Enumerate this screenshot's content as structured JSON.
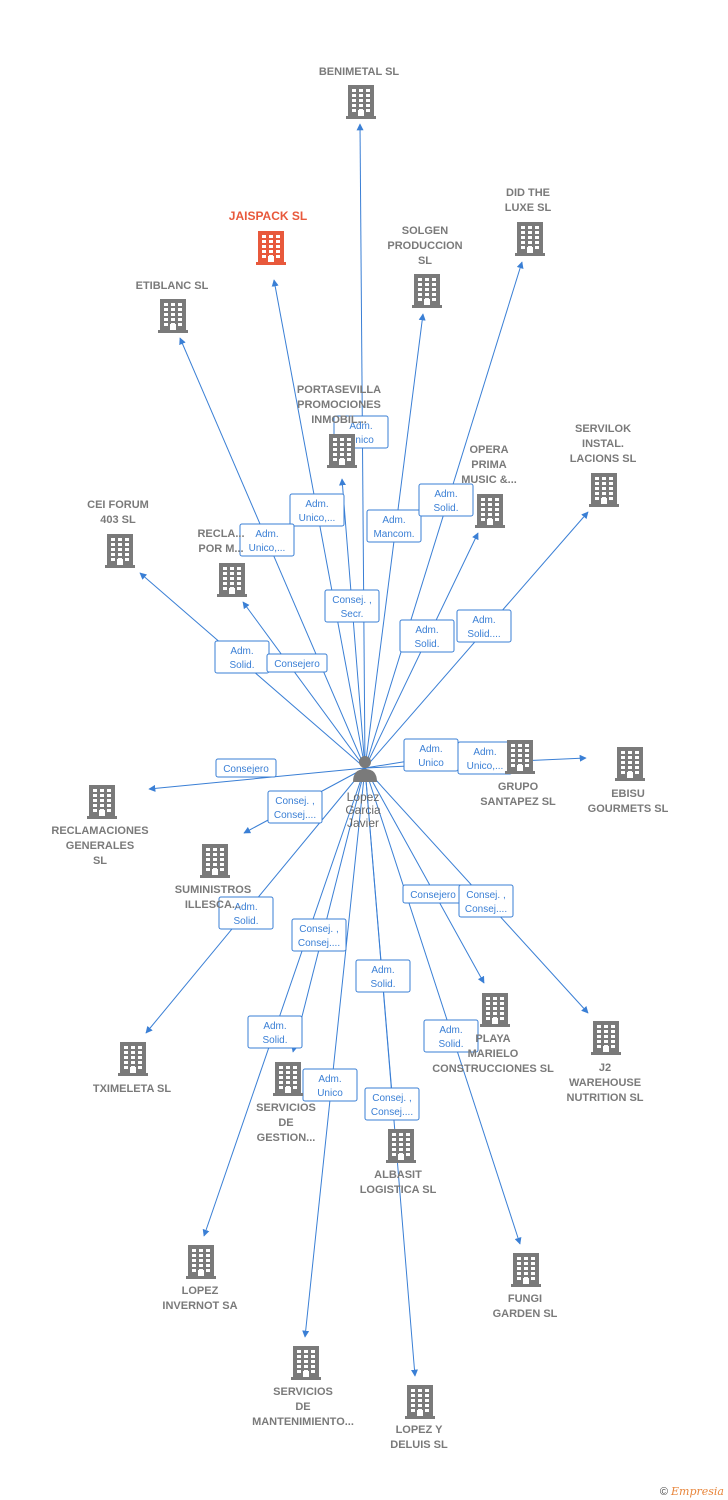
{
  "person": {
    "lines": [
      "Lopez",
      "Garcia",
      "Javier"
    ]
  },
  "companies": [
    {
      "id": "benimetal",
      "lines": [
        "BENIMETAL SL"
      ],
      "highlight": false
    },
    {
      "id": "jaispack",
      "lines": [
        "JAISPACK  SL"
      ],
      "highlight": true
    },
    {
      "id": "solgen",
      "lines": [
        "SOLGEN",
        "PRODUCCION",
        "SL"
      ],
      "highlight": false
    },
    {
      "id": "didthe",
      "lines": [
        "DID THE",
        "LUXE SL"
      ],
      "highlight": false
    },
    {
      "id": "etiblanc",
      "lines": [
        "ETIBLANC  SL"
      ],
      "highlight": false
    },
    {
      "id": "portasevilla",
      "lines": [
        "PORTASEVILLA",
        "PROMOCIONES",
        "INMOBIL..."
      ],
      "highlight": false
    },
    {
      "id": "opera",
      "lines": [
        "OPERA",
        "PRIMA",
        "MUSIC &..."
      ],
      "highlight": false
    },
    {
      "id": "servilok",
      "lines": [
        "SERVILOK",
        "INSTAL.",
        "LACIONS SL"
      ],
      "highlight": false
    },
    {
      "id": "ceiforum",
      "lines": [
        "CEI FORUM",
        "403  SL"
      ],
      "highlight": false
    },
    {
      "id": "reclapor",
      "lines": [
        "RECLA...",
        "POR M..."
      ],
      "highlight": false
    },
    {
      "id": "gruposantapez",
      "lines": [
        "GRUPO",
        "SANTAPEZ  SL"
      ],
      "highlight": false
    },
    {
      "id": "ebisu",
      "lines": [
        "EBISU",
        "GOURMETS  SL"
      ],
      "highlight": false
    },
    {
      "id": "reclamaciones",
      "lines": [
        "RECLAMACIONES",
        "GENERALES",
        "SL"
      ],
      "highlight": false
    },
    {
      "id": "suministros",
      "lines": [
        "SUMINISTROS",
        "ILLESCA..."
      ],
      "highlight": false
    },
    {
      "id": "tximeleta",
      "lines": [
        "TXIMELETA SL"
      ],
      "highlight": false
    },
    {
      "id": "playa",
      "lines": [
        "PLAYA",
        "MARIELO",
        "CONSTRUCCIONES SL"
      ],
      "highlight": false
    },
    {
      "id": "j2",
      "lines": [
        "J2",
        "WAREHOUSE",
        "NUTRITION  SL"
      ],
      "highlight": false
    },
    {
      "id": "serviciosgestion",
      "lines": [
        "SERVICIOS",
        "DE",
        "GESTION..."
      ],
      "highlight": false
    },
    {
      "id": "albasit",
      "lines": [
        "ALBASIT",
        "LOGISTICA  SL"
      ],
      "highlight": false
    },
    {
      "id": "lopezinvernot",
      "lines": [
        "LOPEZ",
        "INVERNOT SA"
      ],
      "highlight": false
    },
    {
      "id": "fungi",
      "lines": [
        "FUNGI",
        "GARDEN  SL"
      ],
      "highlight": false
    },
    {
      "id": "serviciosmant",
      "lines": [
        "SERVICIOS",
        "DE",
        "MANTENIMIENTO..."
      ],
      "highlight": false
    },
    {
      "id": "lopezdeluis",
      "lines": [
        "LOPEZ Y",
        "DELUIS SL"
      ],
      "highlight": false
    }
  ],
  "relations": [
    {
      "lines": [
        "Adm.",
        "Unico"
      ]
    },
    {
      "lines": [
        "Adm.",
        "Unico,..."
      ]
    },
    {
      "lines": [
        "Adm.",
        "Mancom."
      ]
    },
    {
      "lines": [
        "Adm.",
        "Solid."
      ]
    },
    {
      "lines": [
        "Adm.",
        "Unico,..."
      ]
    },
    {
      "lines": [
        "Consej. ,",
        "Secr."
      ]
    },
    {
      "lines": [
        "Adm.",
        "Solid."
      ]
    },
    {
      "lines": [
        "Adm.",
        "Solid...."
      ]
    },
    {
      "lines": [
        "Adm.",
        "Solid."
      ]
    },
    {
      "lines": [
        "Consejero"
      ]
    },
    {
      "lines": [
        "Adm.",
        "Unico"
      ]
    },
    {
      "lines": [
        "Adm.",
        "Unico,..."
      ]
    },
    {
      "lines": [
        "Consejero"
      ]
    },
    {
      "lines": [
        "Consej. ,",
        "Consej...."
      ]
    },
    {
      "lines": [
        "Adm.",
        "Solid."
      ]
    },
    {
      "lines": [
        "Consejero"
      ]
    },
    {
      "lines": [
        "Consej. ,",
        "Consej...."
      ]
    },
    {
      "lines": [
        "Adm.",
        "Solid."
      ]
    },
    {
      "lines": [
        "Adm.",
        "Solid."
      ]
    },
    {
      "lines": [
        "Consej. ,",
        "Consej...."
      ]
    },
    {
      "lines": [
        "Adm.",
        "Solid."
      ]
    },
    {
      "lines": [
        "Adm.",
        "Unico"
      ]
    },
    {
      "lines": [
        "Consej. ,",
        "Consej...."
      ]
    }
  ],
  "watermark": {
    "copyright": "©",
    "brand": "Empresia"
  },
  "colors": {
    "edge": "#3a7fd5",
    "building": "#7a7a7a",
    "highlight": "#e8593c",
    "person": "#7a7a7a"
  }
}
